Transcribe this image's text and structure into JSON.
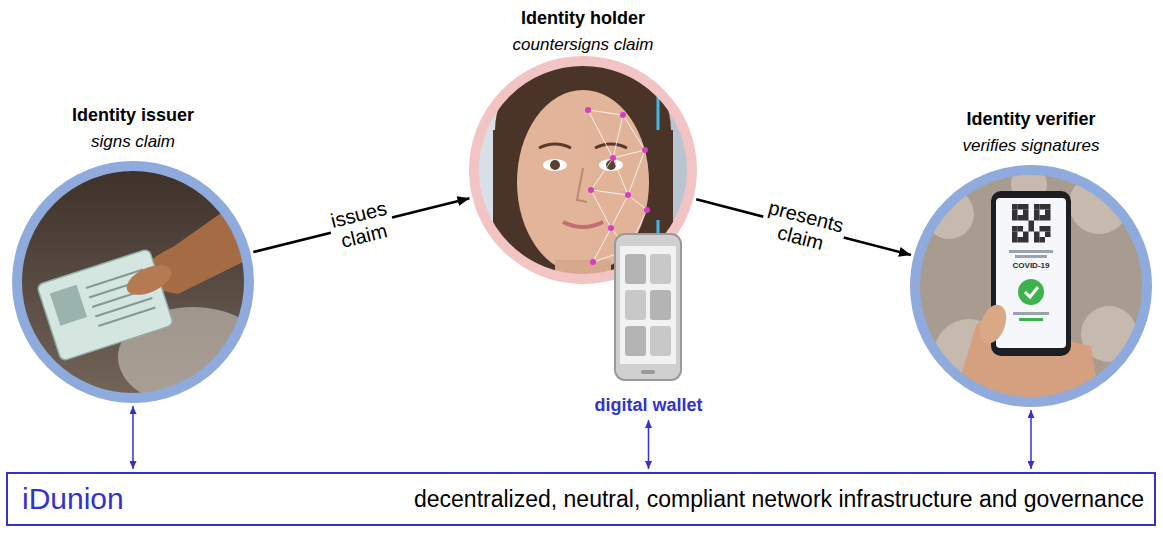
{
  "diagram": {
    "nodes": [
      {
        "text": [
          "Identity issuer",
          "signs claim"
        ]
      },
      {
        "text": [
          "Identity holder",
          "countersigns claim"
        ]
      },
      {
        "text": [
          "digital wallet"
        ]
      },
      {
        "text": [
          "Identity verifier",
          "verifies signatures"
        ]
      },
      {
        "text": [
          "iDunion",
          "decentralized, neutral, compliant network infrastructure and governance"
        ]
      }
    ],
    "edges": [
      {
        "from": 0,
        "to": 1,
        "label": "issues claim",
        "arrow": "to"
      },
      {
        "from": 1,
        "to": 3,
        "label": "presents claim",
        "arrow": "to"
      },
      {
        "from": 0,
        "to": 4,
        "arrow": "both"
      },
      {
        "from": 2,
        "to": 4,
        "arrow": "both"
      },
      {
        "from": 3,
        "to": 4,
        "arrow": "both"
      }
    ],
    "labels": [
      "COVID-19"
    ]
  }
}
